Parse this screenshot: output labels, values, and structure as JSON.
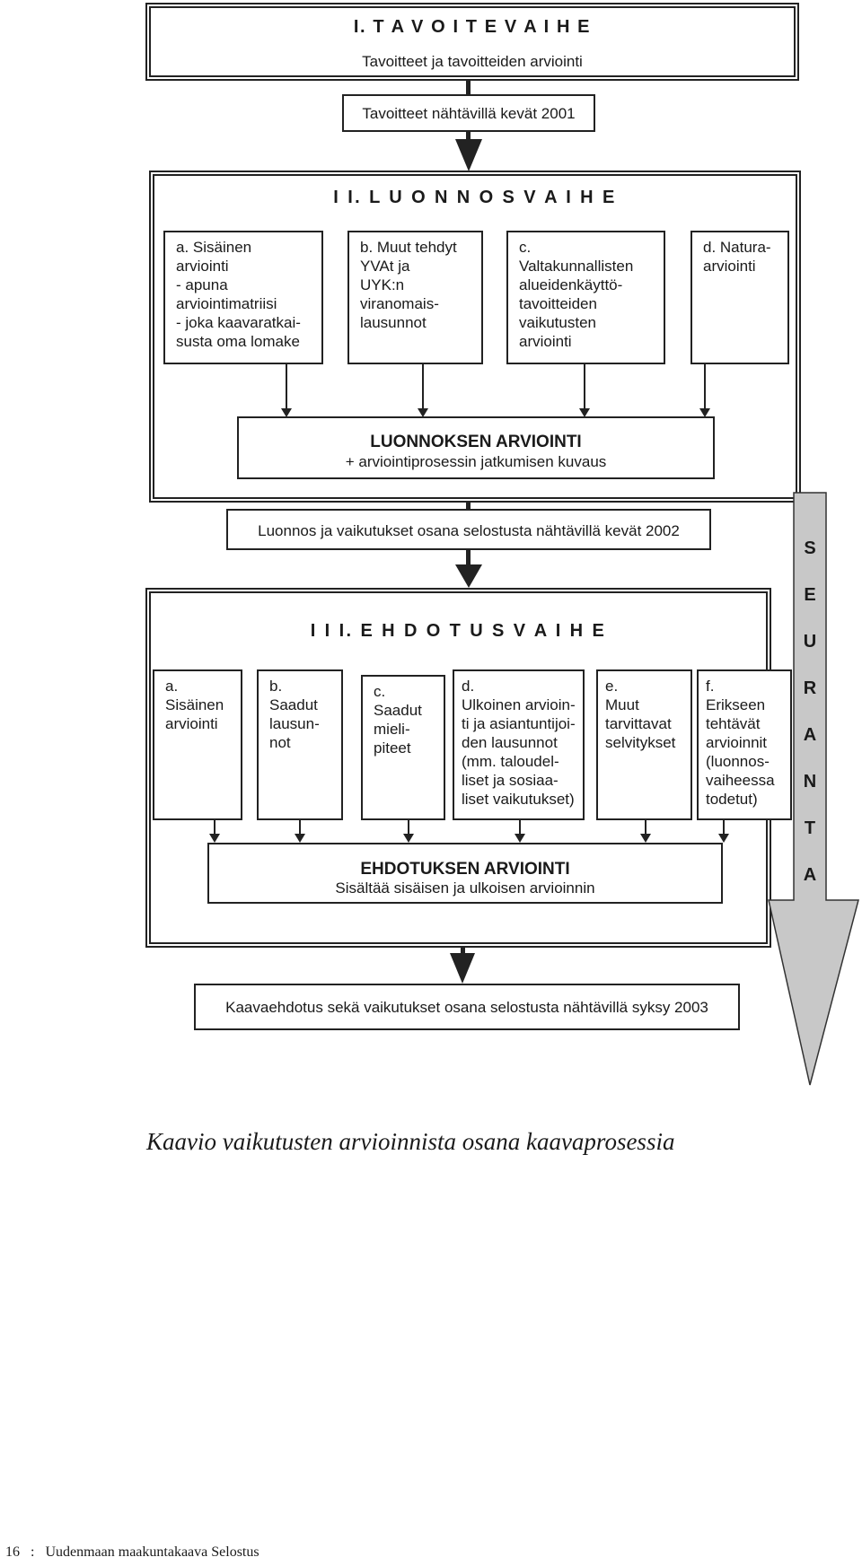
{
  "phase1": {
    "title": "I.  T A V O I T E V A I H E",
    "subtitle": "Tavoitteet ja tavoitteiden arviointi",
    "milestone": "Tavoitteet nähtävillä kevät 2001"
  },
  "phase2": {
    "title": "I I.   L U O N N O S V A I H E",
    "boxes": [
      "a. Sisäinen\narviointi\n- apuna\narviointimatriisi\n- joka kaavaratkai-\nsusta oma lomake",
      "b. Muut tehdyt\nYVAt ja\nUYK:n\nviranomais-\nlausunnot",
      "c.\nValtakunnallisten\nalueidenkäyttö-\ntavoitteiden\nvaikutusten\narviointi",
      "d. Natura-\narviointi"
    ],
    "evaluation_title": "LUONNOKSEN ARVIOINTI",
    "evaluation_sub": "+ arviointiprosessin jatkumisen kuvaus",
    "milestone": "Luonnos ja vaikutukset osana selostusta nähtävillä kevät 2002"
  },
  "phase3": {
    "title": "I I I.   E H D O T U S V A I H E",
    "boxes": [
      "a.\nSisäinen\narviointi",
      "b.\nSaadut\nlausun-\nnot",
      "c.\nSaadut\nmieli-\npiteet",
      "d.\nUlkoinen arvioin-\nti ja asiantuntijoi-\nden lausunnot\n(mm. taloudel-\nliset ja sosiaa-\nliset vaikutukset)",
      "e.\nMuut\ntarvittavat\nselvitykset",
      "f.\nErikseen\ntehtävät\narvioinnit\n(luonnos-\nvaiheessa\ntodetut)"
    ],
    "evaluation_title": "EHDOTUKSEN ARVIOINTI",
    "evaluation_sub": "Sisältää sisäisen ja ulkoisen arvioinnin",
    "milestone": "Kaavaehdotus sekä vaikutukset osana selostusta nähtävillä syksy 2003"
  },
  "monitoring": {
    "letters": [
      "S",
      "E",
      "U",
      "R",
      "A",
      "N",
      "T",
      "A"
    ],
    "color": "#c8c8c8"
  },
  "caption": "Kaavio vaikutusten arvioinnista osana kaavaprosessia",
  "footer": "16   :   Uudenmaan maakuntakaava Selostus"
}
